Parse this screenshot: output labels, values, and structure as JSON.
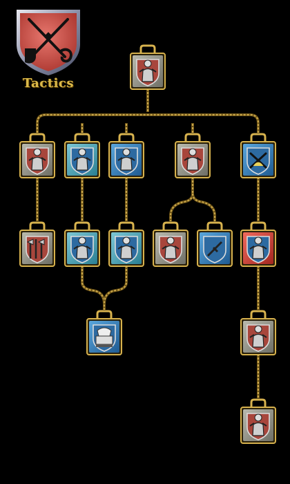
{
  "tree": {
    "title": "Tactics",
    "crest_icon": "crossed-swords-and-shovel-icon",
    "colors": {
      "gold_frame": "#d7b24e",
      "rope": "#c8a54a",
      "red": "#c9473e",
      "blue": "#2f7fb8",
      "teal": "#3f9bb0",
      "grey": "#8a8a80",
      "crest_red": "#d65a52"
    }
  },
  "nodes": [
    {
      "id": "root",
      "icon": "saint-with-sun-icon",
      "style": "grey"
    },
    {
      "id": "r1c1",
      "icon": "knight-face-shield-icon",
      "style": "grey"
    },
    {
      "id": "r1c2",
      "icon": "armored-warrior-icon",
      "style": "teal"
    },
    {
      "id": "r1c3",
      "icon": "soldier-with-cannon-icon",
      "style": "blue"
    },
    {
      "id": "r1c4",
      "icon": "figure-with-sunburst-icon",
      "style": "grey"
    },
    {
      "id": "r1c5",
      "icon": "crossed-swords-icon",
      "style": "blue"
    },
    {
      "id": "r2c1",
      "icon": "weapon-rack-icon",
      "style": "grey"
    },
    {
      "id": "r2c2",
      "icon": "heavy-knight-icon",
      "style": "teal"
    },
    {
      "id": "r2c3",
      "icon": "gunner-icon",
      "style": "teal"
    },
    {
      "id": "r2c4",
      "icon": "beast-warrior-icon",
      "style": "grey"
    },
    {
      "id": "r2c5",
      "icon": "sword-shield-icon",
      "style": "blue"
    },
    {
      "id": "r2c6",
      "icon": "charging-knight-icon",
      "style": "red"
    },
    {
      "id": "r3c1",
      "icon": "fortress-shield-icon",
      "style": "blue"
    },
    {
      "id": "r3c2",
      "icon": "shielded-warrior-icon",
      "style": "grey"
    },
    {
      "id": "r4c1",
      "icon": "warrior-with-gear-icon",
      "style": "grey"
    }
  ]
}
